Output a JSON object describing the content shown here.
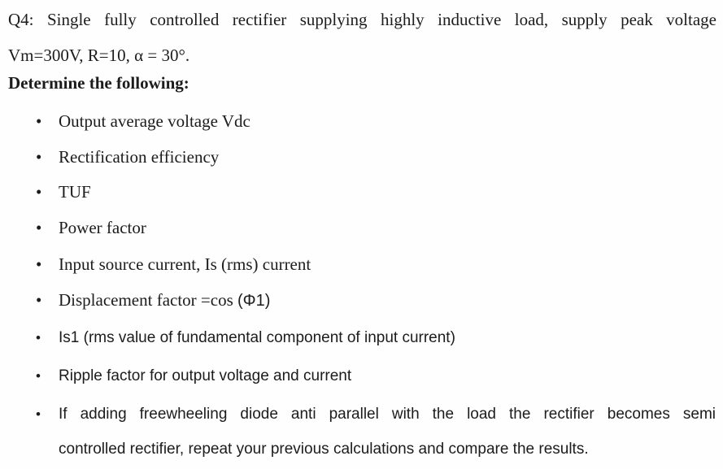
{
  "page": {
    "background": "#fefefe",
    "text_color": "#1c1c1c"
  },
  "doc": {
    "bullet": "•"
  },
  "lines": [
    {
      "text": "Q4: Single fully controlled rectifier supplying highly inductive load, supply peak voltage"
    },
    {
      "text": "Vm=300V, R=10, α = 30°."
    },
    {
      "text": "Determine the following:"
    },
    {
      "text": "Output average voltage Vdc"
    },
    {
      "text": "Rectification efficiency"
    },
    {
      "text": "TUF"
    },
    {
      "text": "Power factor"
    },
    {
      "text": "Input source current, Is (rms) current"
    },
    {
      "text": "Displacement factor =cos ",
      "phi": "(Φ1)"
    },
    {
      "text": "Is1 (rms value of fundamental component of input current)"
    },
    {
      "text": "Ripple factor for output voltage and current"
    },
    {
      "text": "If adding freewheeling diode anti parallel with the load the rectifier becomes semi"
    },
    {
      "text": "controlled rectifier, repeat your previous calculations and compare the results."
    }
  ]
}
